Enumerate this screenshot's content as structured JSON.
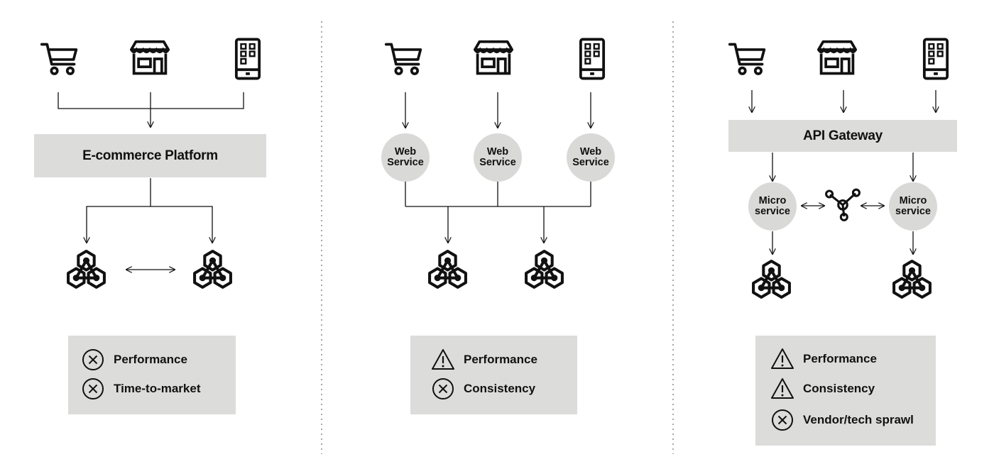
{
  "colors": {
    "box_fill": "#dcdcdb",
    "circle_fill": "#d9d9d8",
    "line": "#111111",
    "divider": "#8a8a8a"
  },
  "icons": [
    "shopping-cart-icon",
    "storefront-icon",
    "mobile-app-icon",
    "database-cluster-icon",
    "service-hub-icon",
    "x-circle-icon",
    "warning-triangle-icon"
  ],
  "panels": [
    {
      "platform_box": {
        "label": "E-commerce Platform"
      },
      "legend": [
        {
          "icon": "x-circle-icon",
          "label": "Performance"
        },
        {
          "icon": "x-circle-icon",
          "label": "Time-to-market"
        }
      ]
    },
    {
      "services": [
        {
          "line1": "Web",
          "line2": "Service"
        },
        {
          "line1": "Web",
          "line2": "Service"
        },
        {
          "line1": "Web",
          "line2": "Service"
        }
      ],
      "legend": [
        {
          "icon": "warning-triangle-icon",
          "label": "Performance"
        },
        {
          "icon": "x-circle-icon",
          "label": "Consistency"
        }
      ]
    },
    {
      "gateway_box": {
        "label": "API Gateway"
      },
      "services": [
        {
          "line1": "Micro",
          "line2": "service"
        },
        {
          "line1": "Micro",
          "line2": "service"
        }
      ],
      "legend": [
        {
          "icon": "warning-triangle-icon",
          "label": "Performance"
        },
        {
          "icon": "warning-triangle-icon",
          "label": "Consistency"
        },
        {
          "icon": "x-circle-icon",
          "label": "Vendor/tech sprawl"
        }
      ]
    }
  ]
}
